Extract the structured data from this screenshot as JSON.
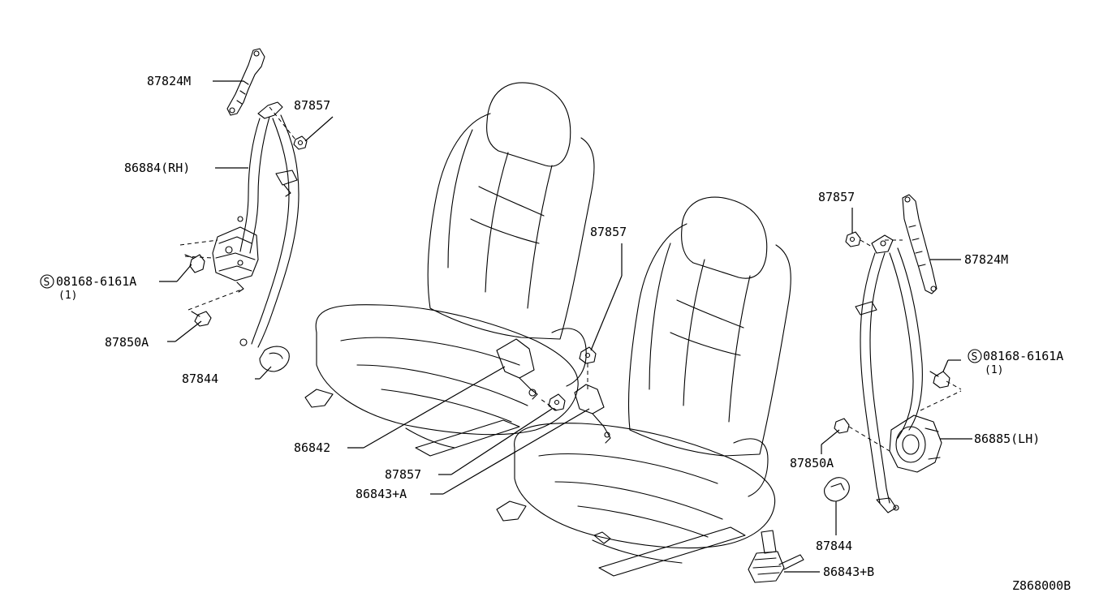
{
  "diagram": {
    "figure_code": "Z868000B",
    "labels": {
      "p87824m_left": "87824M",
      "p87857_left": "87857",
      "p86884rh": "86884(RH)",
      "s_bolt_left": "08168-6161A",
      "s_bolt_left_qty": "(1)",
      "p87850a_left": "87850A",
      "p87844_left": "87844",
      "p86842": "86842",
      "p87857_mid_low": "87857",
      "p86843a": "86843+A",
      "p87857_mid": "87857",
      "p87857_right": "87857",
      "p87824m_right": "87824M",
      "s_bolt_right": "08168-6161A",
      "s_bolt_right_qty": "(1)",
      "p86885lh": "86885(LH)",
      "p87850a_right": "87850A",
      "p87844_right": "87844",
      "p86843b": "86843+B"
    },
    "s_symbol": "S"
  }
}
